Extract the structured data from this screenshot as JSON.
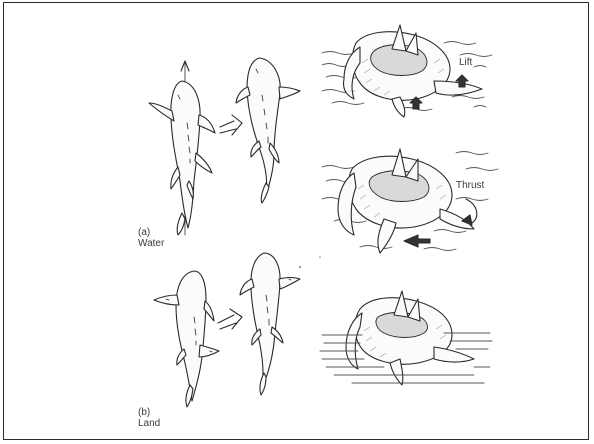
{
  "panels": {
    "a": {
      "letter": "(a)",
      "medium": "Water"
    },
    "b": {
      "letter": "(b)",
      "medium": "Land"
    }
  },
  "labels": {
    "lift": "Lift",
    "thrust": "Thrust"
  }
}
